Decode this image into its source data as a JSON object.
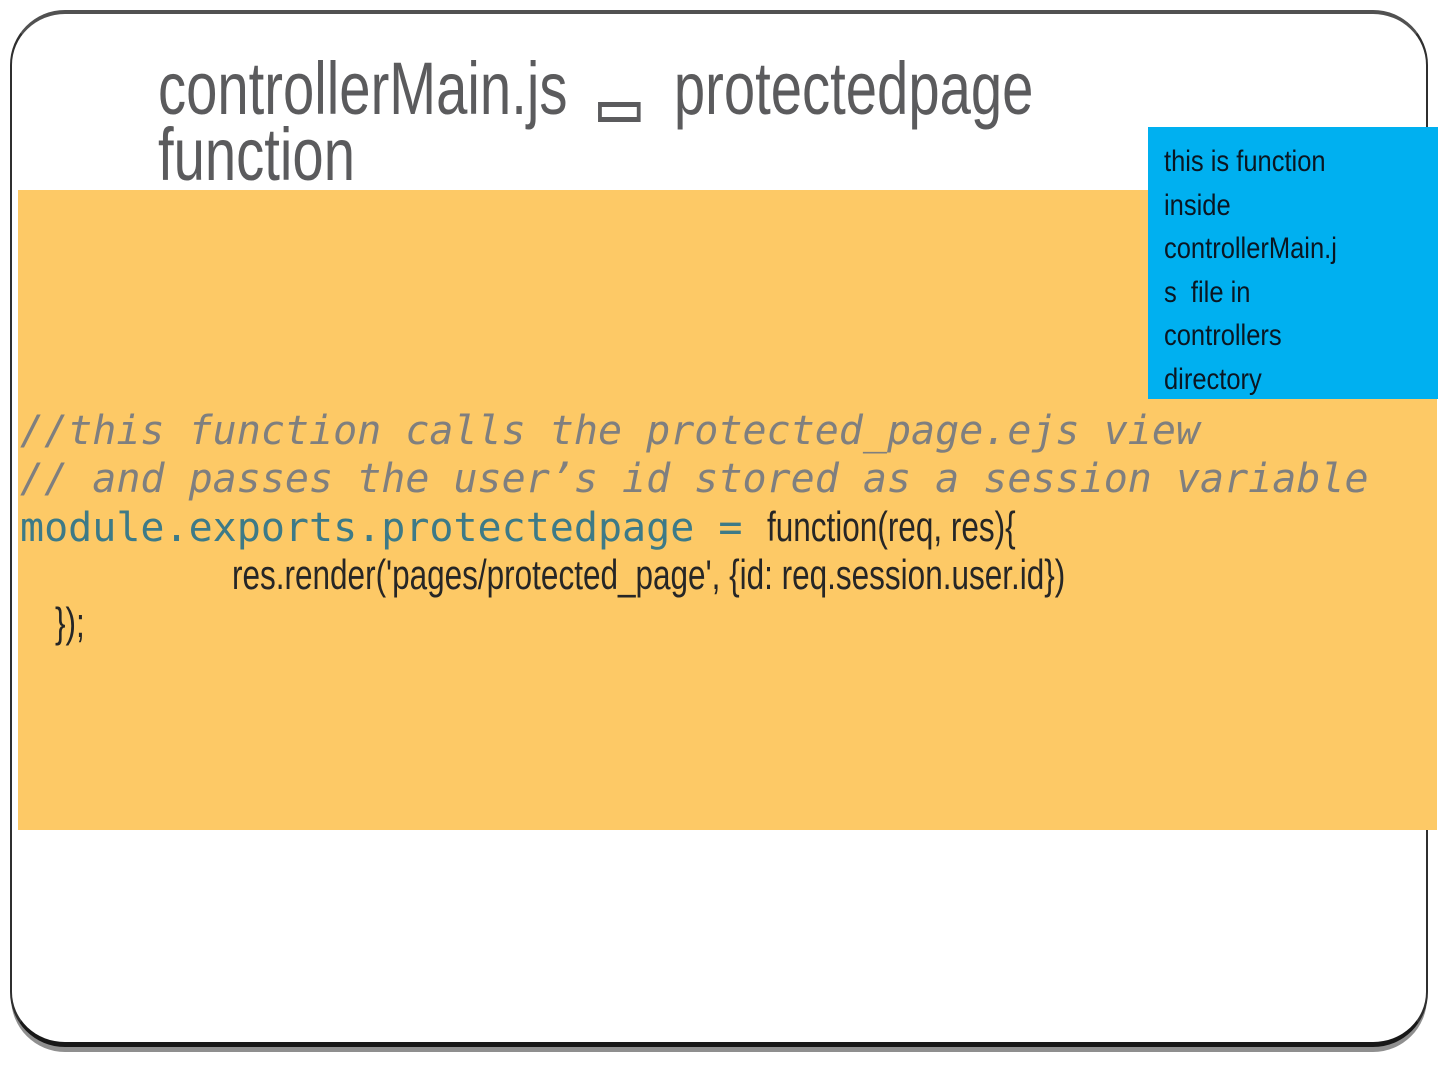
{
  "slide": {
    "title_part1": "controllerMain.js",
    "title_part2": "protectedpage",
    "title_line2": "function",
    "title_color": "#5B5B5D"
  },
  "callout": {
    "text": "this is function\ninside\ncontrollerMain.j\ns  file in\ncontrollers\ndirectory",
    "bg_color": "#00B0F0",
    "text_color": "#0A1622"
  },
  "code": {
    "bg_color": "#FDC966",
    "colors": {
      "comment": "#7F7F7F",
      "keyword": "#3D7A87",
      "plain": "#262626"
    },
    "lines": [
      {
        "segments": [
          {
            "text": "//this function calls the protected_page.ejs view",
            "style": "comment"
          }
        ]
      },
      {
        "segments": [
          {
            "text": "// and passes the user’s id stored as a session variable",
            "style": "comment"
          }
        ]
      },
      {
        "segments": [
          {
            "text": "module.exports.protectedpage = ",
            "style": "keyword"
          },
          {
            "text": "function(req, res){",
            "style": "plain"
          }
        ]
      },
      {
        "indent": 212,
        "segments": [
          {
            "text": "res.render('pages/protected_page', {id: req.session.user.id})",
            "style": "plain"
          }
        ]
      },
      {
        "indent": 35,
        "segments": [
          {
            "text": "});",
            "style": "plain"
          }
        ]
      }
    ]
  }
}
